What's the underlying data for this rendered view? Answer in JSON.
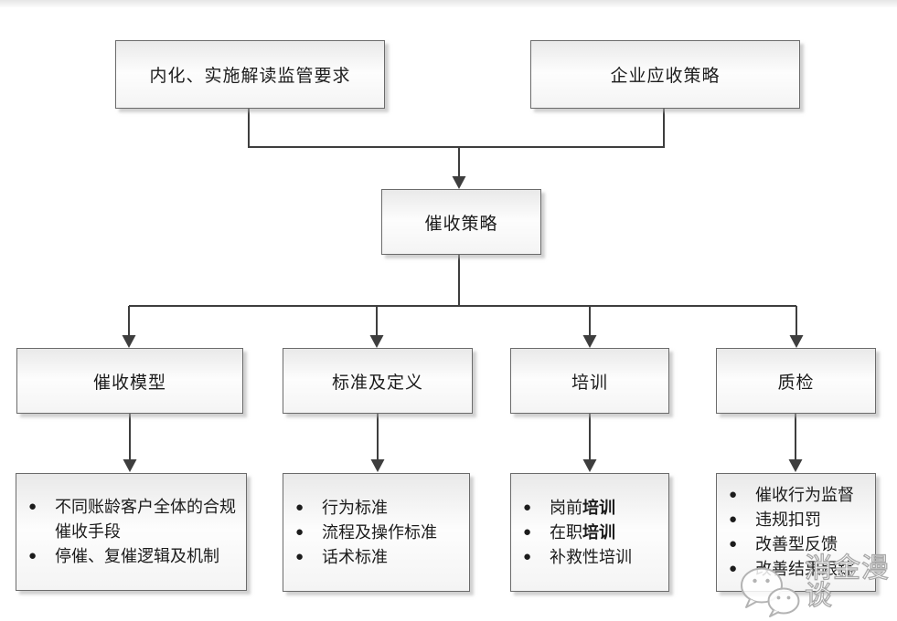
{
  "diagram": {
    "bullet_glyph": "●",
    "top_nodes": [
      {
        "label": "内化、实施解读监管要求"
      },
      {
        "label": "企业应收策略"
      }
    ],
    "center_node": {
      "label": "催收策略"
    },
    "branches": [
      {
        "label": "催收模型",
        "items": [
          {
            "pre": "不同账龄客户全体的合规催收手段",
            "bold": ""
          },
          {
            "pre": "停催、复催逻辑及机制",
            "bold": ""
          }
        ]
      },
      {
        "label": "标准及定义",
        "items": [
          {
            "pre": "行为标准",
            "bold": ""
          },
          {
            "pre": "流程及操作标准",
            "bold": ""
          },
          {
            "pre": "话术标准",
            "bold": ""
          }
        ]
      },
      {
        "label": "培训",
        "items": [
          {
            "pre": "岗前",
            "bold": "培训"
          },
          {
            "pre": "在职",
            "bold": "培训"
          },
          {
            "pre": "补救性培训",
            "bold": ""
          }
        ]
      },
      {
        "label": "质检",
        "items": [
          {
            "pre": "催收行为监督",
            "bold": ""
          },
          {
            "pre": "违规扣罚",
            "bold": ""
          },
          {
            "pre": "改善型反馈",
            "bold": ""
          },
          {
            "pre": "改善结果跟踪",
            "bold": ""
          }
        ]
      }
    ]
  },
  "watermark": {
    "text": "消金漫谈",
    "icon": "wechat-logo-icon"
  },
  "colors": {
    "connector": "#3e3e3e",
    "box_border": "#6b6b6b",
    "text": "#1c1c1c",
    "watermark": "#a8a8a8"
  }
}
